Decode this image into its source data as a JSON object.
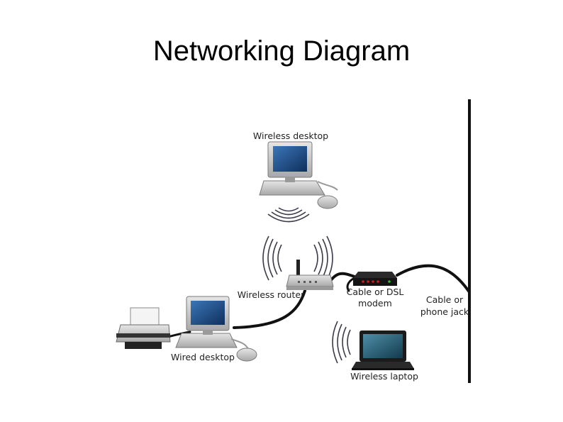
{
  "title": "Networking Diagram",
  "labels": {
    "wireless_desktop": "Wireless desktop",
    "wireless_router": "Wireless router",
    "modem_line1": "Cable or DSL",
    "modem_line2": "modem",
    "jack_line1": "Cable or",
    "jack_line2": "phone jack",
    "wired_desktop": "Wired desktop",
    "wireless_laptop": "Wireless laptop"
  },
  "icons": {
    "wireless_desktop": "desktop-computer-icon",
    "router": "wireless-router-icon",
    "modem": "modem-icon",
    "wired_desktop": "desktop-computer-icon",
    "printer": "printer-icon",
    "laptop": "laptop-icon",
    "wall": "wall-line"
  },
  "colors": {
    "screen": "#1f4d86",
    "device_gray": "#c9c9c9",
    "cable": "#111111",
    "modem_lights": "#d21b1b",
    "modem_green": "#2fbf2f"
  }
}
